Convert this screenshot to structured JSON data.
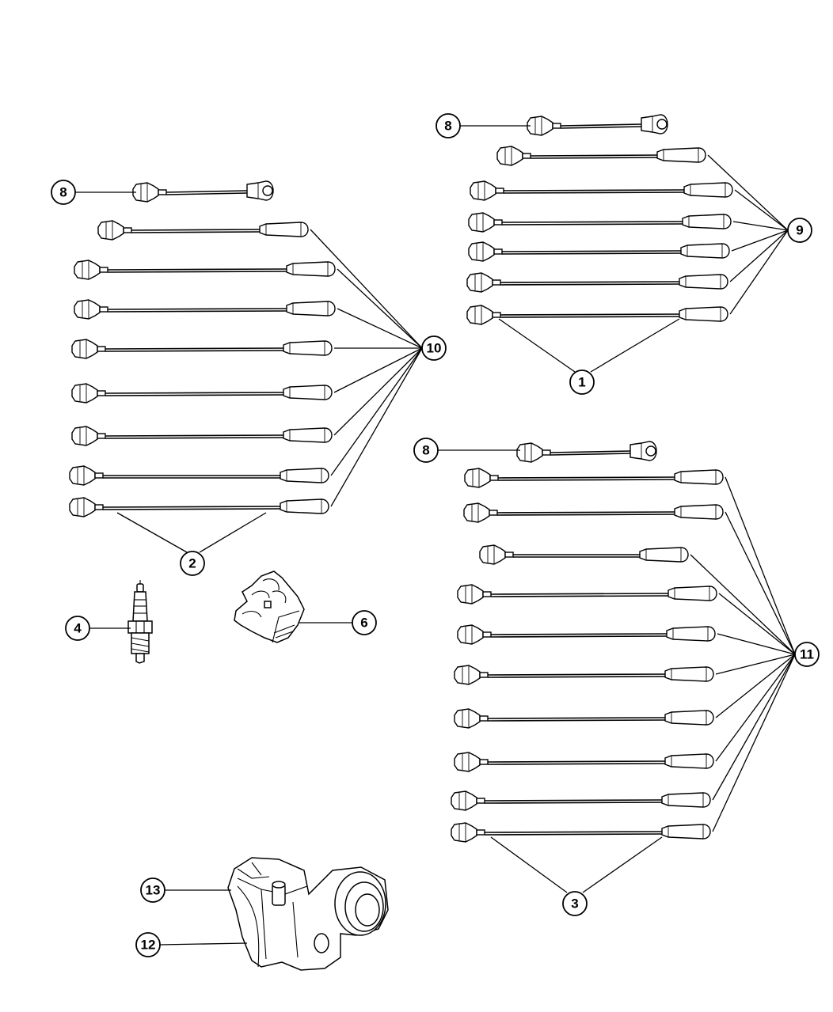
{
  "callouts": {
    "c1": "1",
    "c2": "2",
    "c3": "3",
    "c4": "4",
    "c6": "6",
    "c8a": "8",
    "c8b": "8",
    "c8c": "8",
    "c9": "9",
    "c10": "10",
    "c11": "11",
    "c12": "12",
    "c13": "13"
  },
  "icons": {
    "wire_set_left": "ignition-wire-set-icon",
    "wire_set_upper_right": "ignition-wire-set-icon",
    "wire_set_lower_right": "ignition-wire-set-icon",
    "spark_plug": "spark-plug-icon",
    "wire_separator": "wire-separator-clip-icon",
    "ignition_coil": "ignition-coil-icon"
  }
}
